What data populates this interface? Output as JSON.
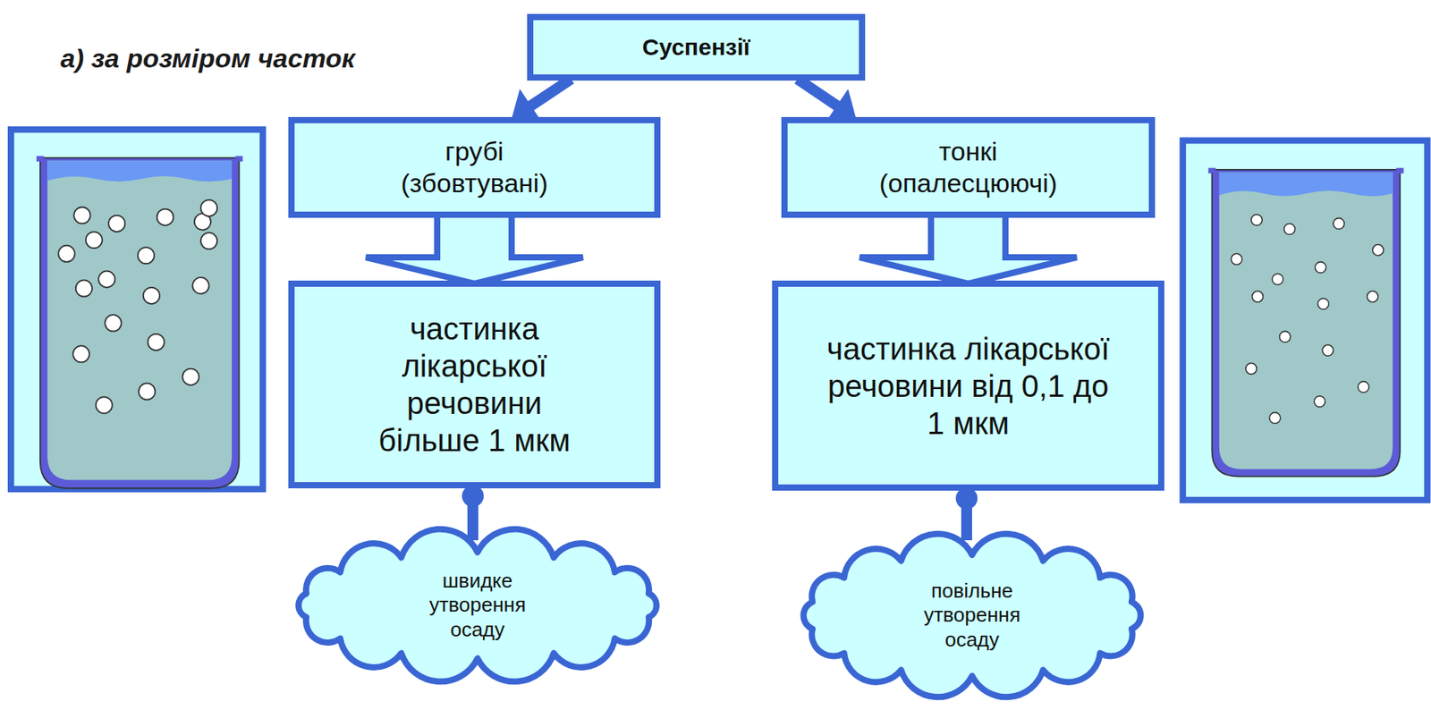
{
  "diagram": {
    "title": "а) за розміром часток",
    "nodes": [
      {
        "text": [
          "Суспензії"
        ]
      },
      {
        "text": [
          "грубі (збовтувані)"
        ]
      },
      {
        "text": [
          "тонкі (опалесцюючі)"
        ]
      },
      {
        "text": [
          "частинка лікарської речовини більше 1 мкм"
        ]
      },
      {
        "text": [
          "частинка лікарської речовини від 0,1 до 1 мкм"
        ]
      },
      {
        "text": [
          "швидке утворення осаду"
        ]
      },
      {
        "text": [
          "повільне утворення осаду"
        ]
      }
    ],
    "edges": [
      {
        "from": 0,
        "to": 1,
        "arrow": "to"
      },
      {
        "from": 0,
        "to": 2,
        "arrow": "to"
      },
      {
        "from": 1,
        "to": 3,
        "arrow": "to"
      },
      {
        "from": 2,
        "to": 4,
        "arrow": "to"
      },
      {
        "from": 3,
        "to": 5,
        "arrow": "none"
      },
      {
        "from": 4,
        "to": 6,
        "arrow": "none"
      }
    ]
  }
}
